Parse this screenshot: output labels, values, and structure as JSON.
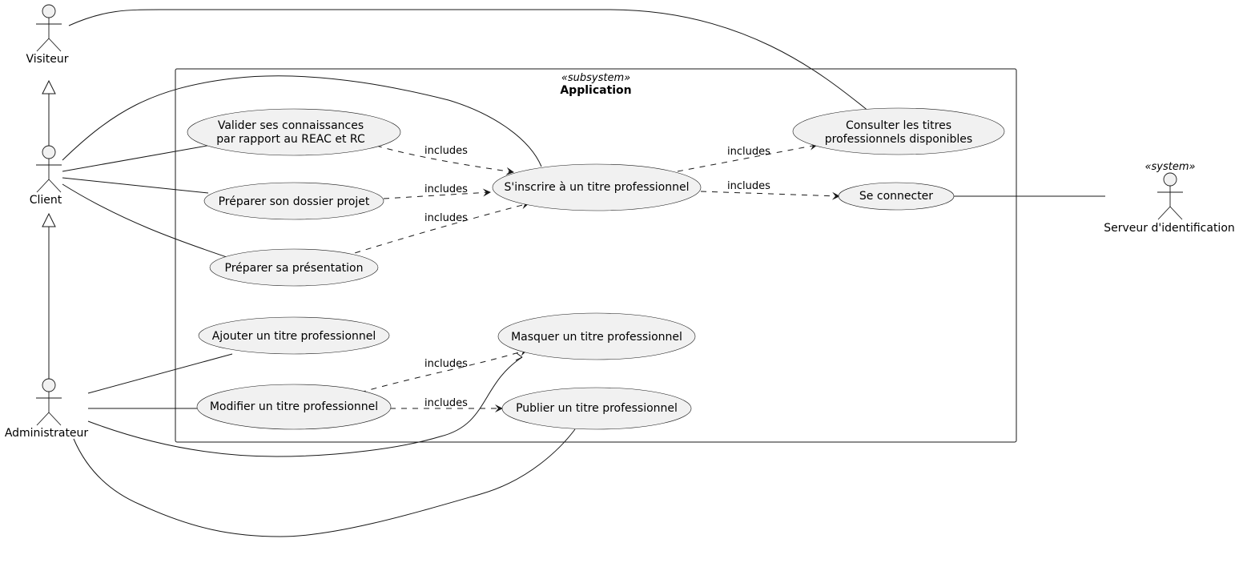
{
  "system": {
    "stereotype": "«subsystem»",
    "title": "Application"
  },
  "actors": {
    "visiteur": "Visiteur",
    "client": "Client",
    "administrateur": "Administrateur",
    "serveur": {
      "stereotype": "«system»",
      "label": "Serveur d'identification"
    }
  },
  "use_cases": {
    "valider": [
      "Valider ses connaissances",
      "par rapport au REAC et RC"
    ],
    "preparer_dossier": "Préparer son dossier projet",
    "preparer_presentation": "Préparer sa présentation",
    "inscrire": "S'inscrire à un titre professionnel",
    "consulter": [
      "Consulter les titres",
      "professionnels disponibles"
    ],
    "se_connecter": "Se connecter",
    "ajouter": "Ajouter un titre professionnel",
    "masquer": "Masquer un titre professionnel",
    "modifier": "Modifier un titre professionnel",
    "publier": "Publier un titre professionnel"
  },
  "relations": {
    "valider_inscrire": "includes",
    "dossier_inscrire": "includes",
    "presentation_inscrire": "includes",
    "inscrire_consulter": "includes",
    "inscrire_connecter": "includes",
    "modifier_masquer": "includes",
    "modifier_publier": "includes"
  }
}
